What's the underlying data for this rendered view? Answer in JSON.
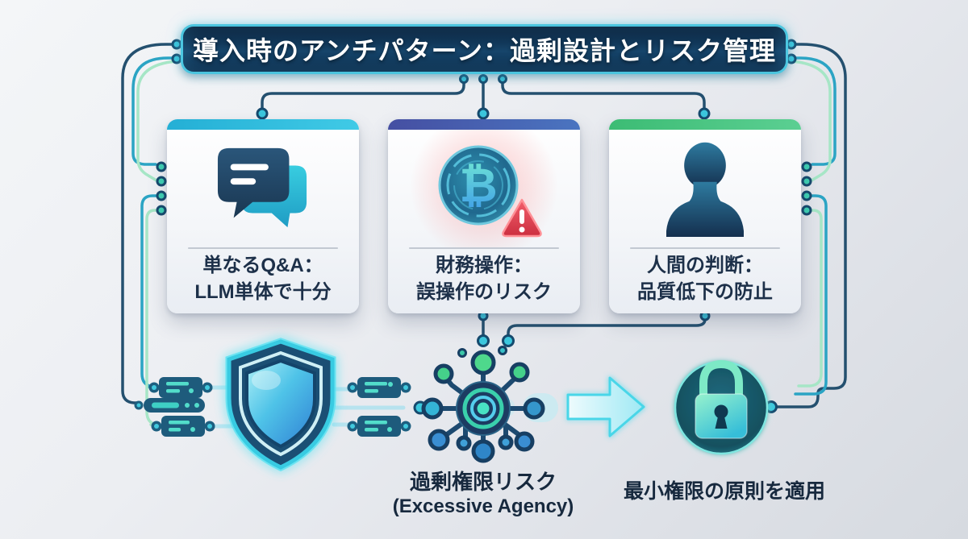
{
  "title": {
    "text": "導入時のアンチパターン：過剰設計とリスク管理"
  },
  "cards": [
    {
      "icon": "chat-bubbles-icon",
      "accent_color": "#2bb5d9",
      "line1": "単なるQ&A：",
      "line2": "LLM単体で十分"
    },
    {
      "icon": "bitcoin-warning-icon",
      "accent_color": "#4660ae",
      "line1": "財務操作：",
      "line2": "誤操作のリスク"
    },
    {
      "icon": "person-icon",
      "accent_color": "#45c27c",
      "line1": "人間の判断：",
      "line2": "品質低下の防止"
    }
  ],
  "bottom_flow": {
    "shield_icon": "shield-icon",
    "hub_icon": "network-hub-icon",
    "arrow_icon": "arrow-right-icon",
    "lock_icon": "padlock-icon",
    "hub_label_line1": "過剰権限リスク",
    "hub_label_line2": "(Excessive Agency)",
    "lock_label": "最小権限の原則を適用"
  },
  "palette": {
    "background": "#e9ecf0",
    "title_bg": "#0d2743",
    "title_glow": "#52d6f0",
    "circuit_navy": "#24506f",
    "circuit_teal": "#2ba4c4",
    "circuit_mint": "#a6e6c6",
    "node_fill": "#3cc8de",
    "card_text": "#1d3049",
    "warning_red": "#e0404a",
    "lock_green": "#7fecca"
  }
}
